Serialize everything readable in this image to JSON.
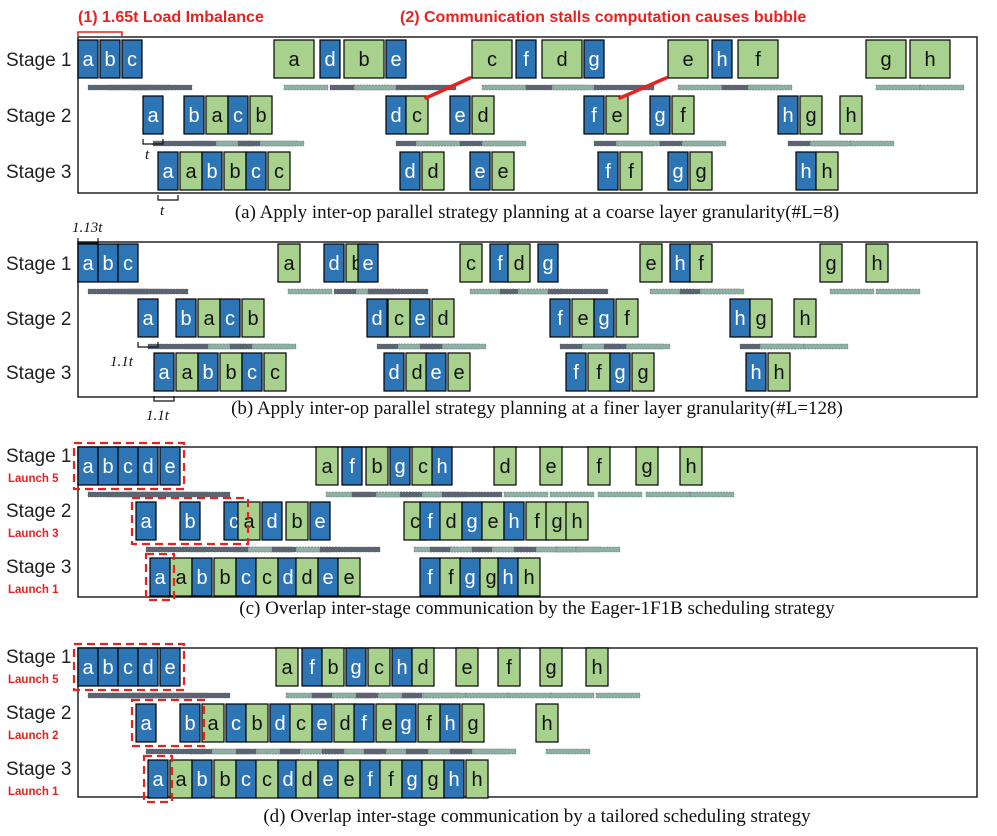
{
  "header": {
    "note1": "(1) 1.65t Load Imbalance",
    "note2": "(2) Communication stalls computation causes bubble"
  },
  "colors": {
    "forward": "#2e75b6",
    "backward": "#a9d18e",
    "border": "#000000",
    "comm": "#5b6472",
    "comm2": "#8cb0a4",
    "accent": "#e52421"
  },
  "panels": [
    {
      "id": "a",
      "caption": "(a) Apply inter-op parallel strategy planning at a coarse layer granularity(#L=8)",
      "stage_labels": [
        "Stage 1",
        "Stage 2",
        "Stage 3"
      ],
      "launch_labels": [],
      "time_marks": [
        "t",
        "t"
      ],
      "rows": [
        [
          [
            "F",
            "a"
          ],
          [
            "F",
            "b"
          ],
          [
            "F",
            "c"
          ],
          [
            "B",
            "a"
          ],
          [
            "F",
            "d"
          ],
          [
            "B",
            "b"
          ],
          [
            "F",
            "e"
          ],
          [
            "B",
            "c"
          ],
          [
            "F",
            "f"
          ],
          [
            "B",
            "d"
          ],
          [
            "F",
            "g"
          ],
          [
            "B",
            "e"
          ],
          [
            "F",
            "h"
          ],
          [
            "B",
            "f"
          ],
          [
            "B",
            "g"
          ],
          [
            "B",
            "h"
          ]
        ],
        [
          [
            "F",
            "a"
          ],
          [
            "F",
            "b"
          ],
          [
            "B",
            "a"
          ],
          [
            "F",
            "c"
          ],
          [
            "B",
            "b"
          ],
          [
            "F",
            "d"
          ],
          [
            "B",
            "c"
          ],
          [
            "F",
            "e"
          ],
          [
            "B",
            "d"
          ],
          [
            "F",
            "f"
          ],
          [
            "B",
            "e"
          ],
          [
            "F",
            "g"
          ],
          [
            "B",
            "f"
          ],
          [
            "F",
            "h"
          ],
          [
            "B",
            "g"
          ],
          [
            "B",
            "h"
          ]
        ],
        [
          [
            "F",
            "a"
          ],
          [
            "B",
            "a"
          ],
          [
            "F",
            "b"
          ],
          [
            "B",
            "b"
          ],
          [
            "F",
            "c"
          ],
          [
            "B",
            "c"
          ],
          [
            "F",
            "d"
          ],
          [
            "B",
            "d"
          ],
          [
            "F",
            "e"
          ],
          [
            "B",
            "e"
          ],
          [
            "F",
            "f"
          ],
          [
            "B",
            "f"
          ],
          [
            "F",
            "g"
          ],
          [
            "B",
            "g"
          ],
          [
            "F",
            "h"
          ],
          [
            "B",
            "h"
          ]
        ]
      ]
    },
    {
      "id": "b",
      "caption": "(b) Apply inter-op parallel strategy planning at a finer layer granularity(#L=128)",
      "stage_labels": [
        "Stage 1",
        "Stage 2",
        "Stage 3"
      ],
      "launch_labels": [],
      "time_marks": [
        "1.13t",
        "1.1t",
        "1.1t"
      ],
      "rows": [
        [
          [
            "F",
            "a"
          ],
          [
            "F",
            "b"
          ],
          [
            "F",
            "c"
          ],
          [
            "B",
            "a"
          ],
          [
            "F",
            "d"
          ],
          [
            "B",
            "b"
          ],
          [
            "F",
            "e"
          ],
          [
            "B",
            "c"
          ],
          [
            "F",
            "f"
          ],
          [
            "B",
            "d"
          ],
          [
            "F",
            "g"
          ],
          [
            "B",
            "e"
          ],
          [
            "F",
            "h"
          ],
          [
            "B",
            "f"
          ],
          [
            "B",
            "g"
          ],
          [
            "B",
            "h"
          ]
        ],
        [
          [
            "F",
            "a"
          ],
          [
            "F",
            "b"
          ],
          [
            "B",
            "a"
          ],
          [
            "F",
            "c"
          ],
          [
            "B",
            "b"
          ],
          [
            "F",
            "d"
          ],
          [
            "B",
            "c"
          ],
          [
            "F",
            "e"
          ],
          [
            "B",
            "d"
          ],
          [
            "F",
            "f"
          ],
          [
            "B",
            "e"
          ],
          [
            "F",
            "g"
          ],
          [
            "B",
            "f"
          ],
          [
            "F",
            "h"
          ],
          [
            "B",
            "g"
          ],
          [
            "B",
            "h"
          ]
        ],
        [
          [
            "F",
            "a"
          ],
          [
            "B",
            "a"
          ],
          [
            "F",
            "b"
          ],
          [
            "B",
            "b"
          ],
          [
            "F",
            "c"
          ],
          [
            "B",
            "c"
          ],
          [
            "F",
            "d"
          ],
          [
            "B",
            "d"
          ],
          [
            "F",
            "e"
          ],
          [
            "B",
            "e"
          ],
          [
            "F",
            "f"
          ],
          [
            "B",
            "f"
          ],
          [
            "F",
            "g"
          ],
          [
            "B",
            "g"
          ],
          [
            "F",
            "h"
          ],
          [
            "B",
            "h"
          ]
        ]
      ]
    },
    {
      "id": "c",
      "caption": "(c) Overlap inter-stage communication by the Eager-1F1B scheduling strategy",
      "stage_labels": [
        "Stage 1",
        "Stage 2",
        "Stage 3"
      ],
      "launch_labels": [
        "Launch 5",
        "Launch 3",
        "Launch 1"
      ],
      "time_marks": [],
      "rows": [
        [
          [
            "F",
            "a"
          ],
          [
            "F",
            "b"
          ],
          [
            "F",
            "c"
          ],
          [
            "F",
            "d"
          ],
          [
            "F",
            "e"
          ],
          [
            "B",
            "a"
          ],
          [
            "F",
            "f"
          ],
          [
            "B",
            "b"
          ],
          [
            "F",
            "g"
          ],
          [
            "B",
            "c"
          ],
          [
            "F",
            "h"
          ],
          [
            "B",
            "d"
          ],
          [
            "B",
            "e"
          ],
          [
            "B",
            "f"
          ],
          [
            "B",
            "g"
          ],
          [
            "B",
            "h"
          ]
        ],
        [
          [
            "F",
            "a"
          ],
          [
            "F",
            "b"
          ],
          [
            "F",
            "c"
          ],
          [
            "B",
            "a"
          ],
          [
            "F",
            "d"
          ],
          [
            "B",
            "b"
          ],
          [
            "F",
            "e"
          ],
          [
            "B",
            "c"
          ],
          [
            "F",
            "f"
          ],
          [
            "B",
            "d"
          ],
          [
            "F",
            "g"
          ],
          [
            "B",
            "e"
          ],
          [
            "F",
            "h"
          ],
          [
            "B",
            "f"
          ],
          [
            "B",
            "g"
          ],
          [
            "B",
            "h"
          ]
        ],
        [
          [
            "F",
            "a"
          ],
          [
            "B",
            "a"
          ],
          [
            "F",
            "b"
          ],
          [
            "B",
            "b"
          ],
          [
            "F",
            "c"
          ],
          [
            "B",
            "c"
          ],
          [
            "F",
            "d"
          ],
          [
            "B",
            "d"
          ],
          [
            "F",
            "e"
          ],
          [
            "B",
            "e"
          ],
          [
            "F",
            "f"
          ],
          [
            "B",
            "f"
          ],
          [
            "F",
            "g"
          ],
          [
            "B",
            "g"
          ],
          [
            "F",
            "h"
          ],
          [
            "B",
            "h"
          ]
        ]
      ]
    },
    {
      "id": "d",
      "caption": "(d) Overlap inter-stage communication by a tailored scheduling strategy",
      "stage_labels": [
        "Stage 1",
        "Stage 2",
        "Stage 3"
      ],
      "launch_labels": [
        "Launch 5",
        "Launch 2",
        "Launch 1"
      ],
      "time_marks": [],
      "rows": [
        [
          [
            "F",
            "a"
          ],
          [
            "F",
            "b"
          ],
          [
            "F",
            "c"
          ],
          [
            "F",
            "d"
          ],
          [
            "F",
            "e"
          ],
          [
            "B",
            "a"
          ],
          [
            "F",
            "f"
          ],
          [
            "B",
            "b"
          ],
          [
            "F",
            "g"
          ],
          [
            "B",
            "c"
          ],
          [
            "F",
            "h"
          ],
          [
            "B",
            "d"
          ],
          [
            "B",
            "e"
          ],
          [
            "B",
            "f"
          ],
          [
            "B",
            "g"
          ],
          [
            "B",
            "h"
          ]
        ],
        [
          [
            "F",
            "a"
          ],
          [
            "F",
            "b"
          ],
          [
            "B",
            "a"
          ],
          [
            "F",
            "c"
          ],
          [
            "B",
            "b"
          ],
          [
            "F",
            "d"
          ],
          [
            "B",
            "c"
          ],
          [
            "F",
            "e"
          ],
          [
            "B",
            "d"
          ],
          [
            "F",
            "f"
          ],
          [
            "B",
            "e"
          ],
          [
            "F",
            "g"
          ],
          [
            "B",
            "f"
          ],
          [
            "F",
            "h"
          ],
          [
            "B",
            "g"
          ],
          [
            "B",
            "h"
          ]
        ],
        [
          [
            "F",
            "a"
          ],
          [
            "B",
            "a"
          ],
          [
            "F",
            "b"
          ],
          [
            "B",
            "b"
          ],
          [
            "F",
            "c"
          ],
          [
            "B",
            "c"
          ],
          [
            "F",
            "d"
          ],
          [
            "B",
            "d"
          ],
          [
            "F",
            "e"
          ],
          [
            "B",
            "e"
          ],
          [
            "F",
            "f"
          ],
          [
            "B",
            "f"
          ],
          [
            "F",
            "g"
          ],
          [
            "B",
            "g"
          ],
          [
            "F",
            "h"
          ],
          [
            "B",
            "h"
          ]
        ]
      ]
    }
  ]
}
